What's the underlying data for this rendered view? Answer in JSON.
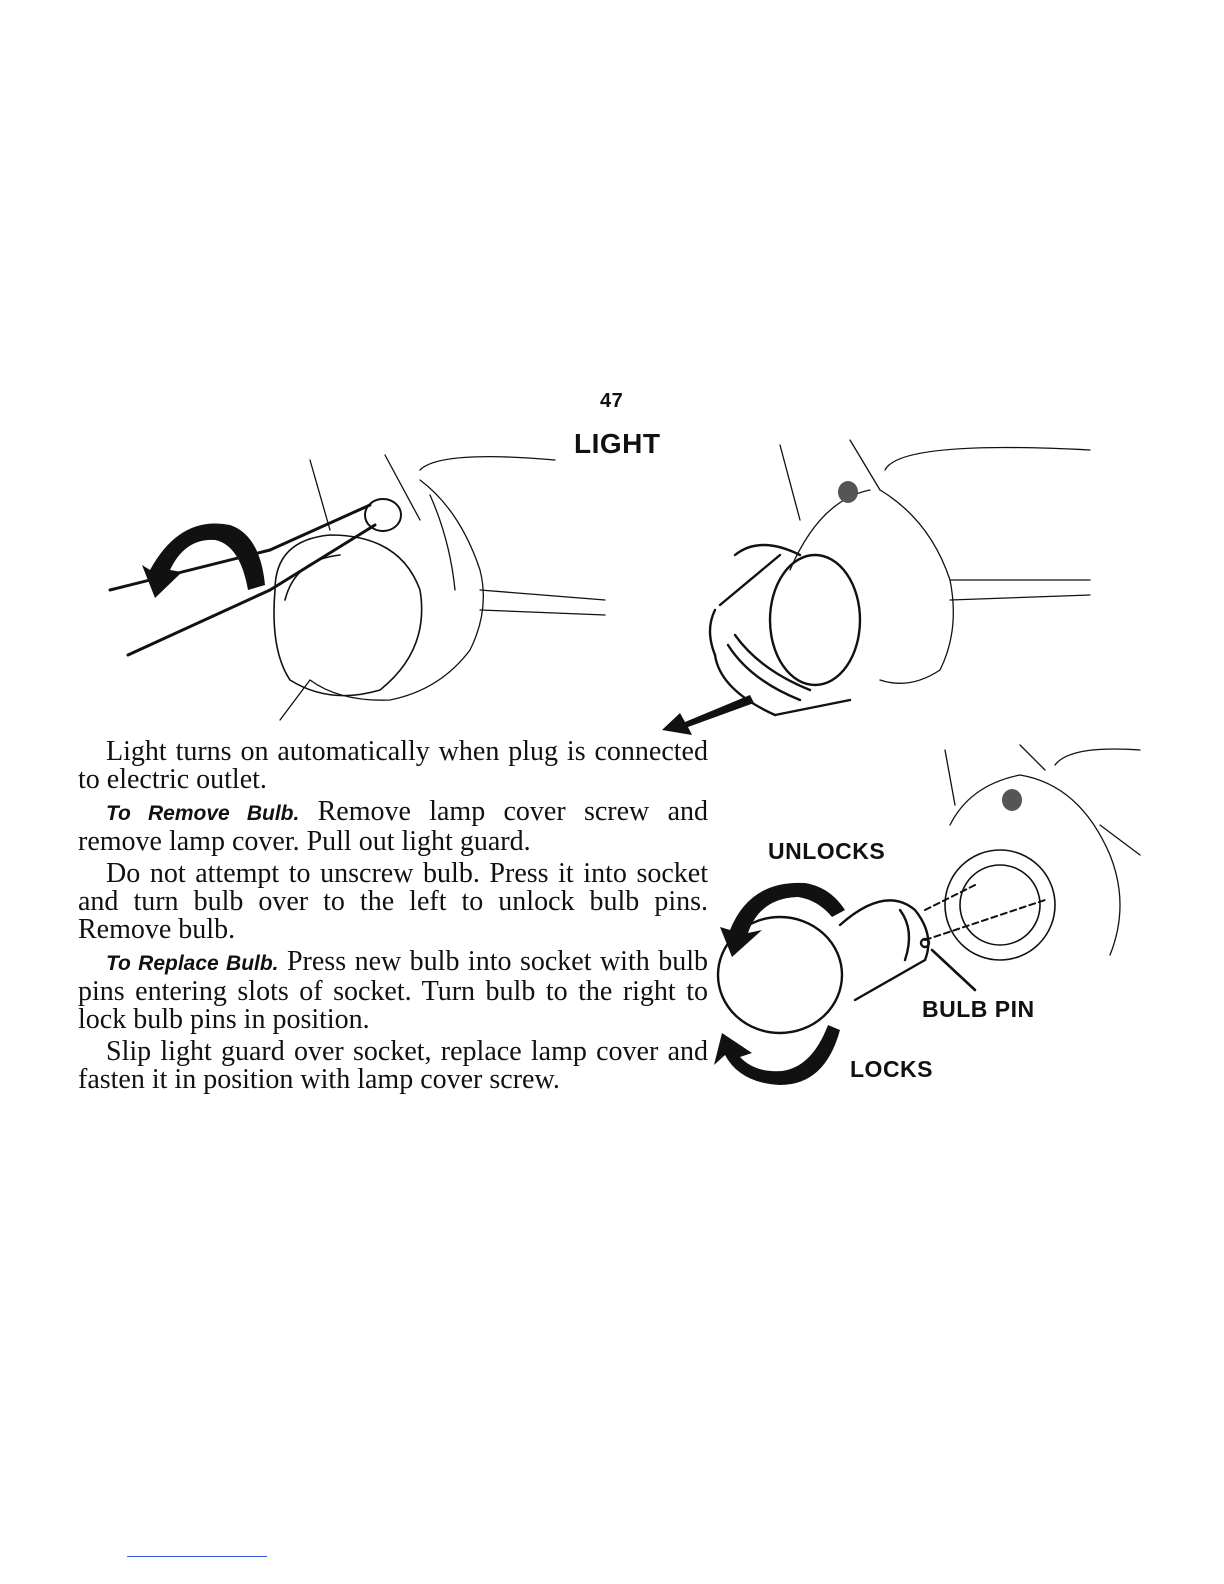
{
  "page": {
    "page_number": "47",
    "heading": "LIGHT"
  },
  "figure_labels": {
    "unlocks": "UNLOCKS",
    "bulb_pin": "BULB PIN",
    "locks": "LOCKS"
  },
  "paragraphs": [
    {
      "runin": "",
      "text": "Light turns on automatically when plug is connected to electric outlet."
    },
    {
      "runin": "To Remove Bulb.",
      "text": " Remove lamp cover screw and remove lamp cover. Pull out light guard."
    },
    {
      "runin": "",
      "text": "Do not attempt to unscrew bulb. Press it into socket and turn bulb over to the left to unlock bulb pins. Remove bulb."
    },
    {
      "runin": "To Replace Bulb.",
      "text": " Press new bulb into socket with bulb pins entering slots of socket. Turn bulb to the right to lock bulb pins in position."
    },
    {
      "runin": "",
      "text": "Slip light guard over socket, replace lamp cover and fasten it in position with lamp cover screw."
    }
  ]
}
